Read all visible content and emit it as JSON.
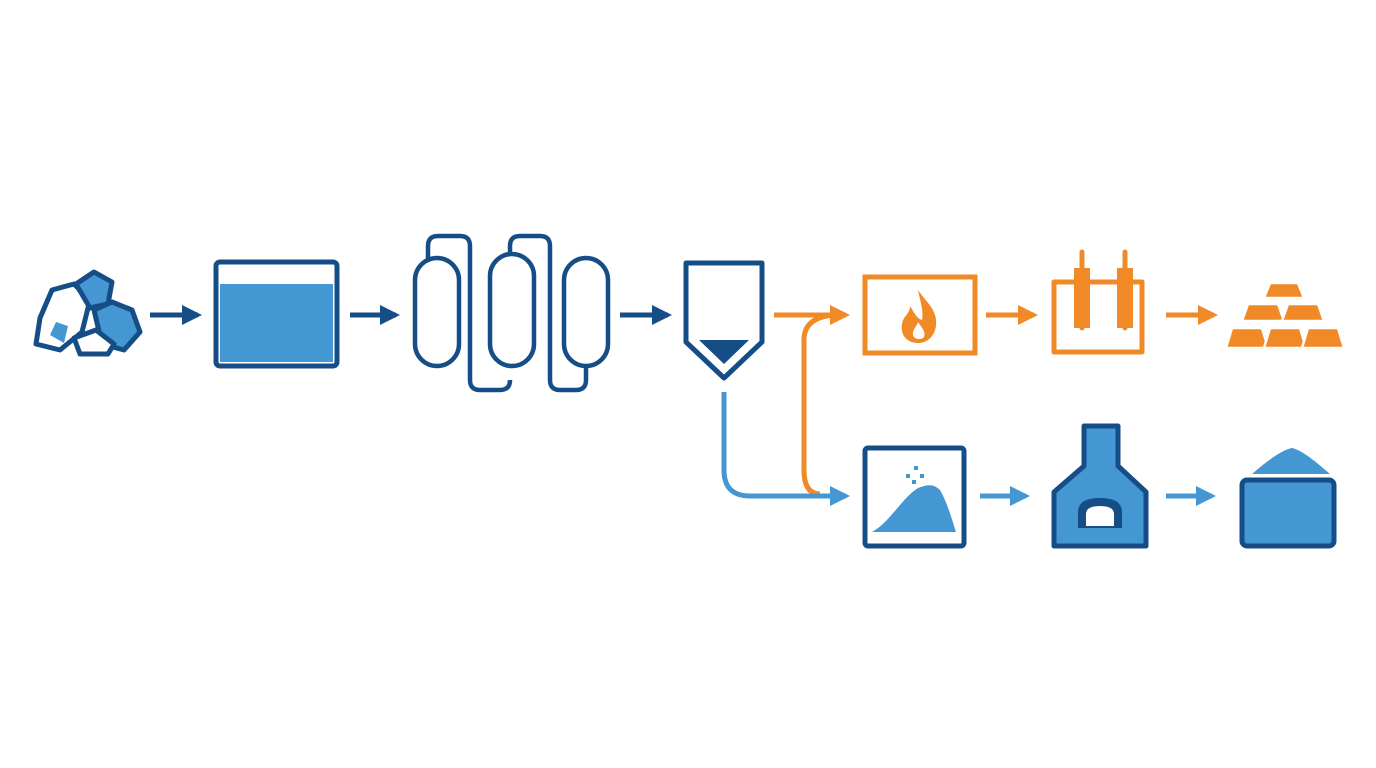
{
  "diagram": {
    "colors": {
      "dark": "#154e86",
      "blue": "#4497d2",
      "orange": "#ef8a26",
      "background": "#ffffff"
    },
    "nodes": [
      {
        "id": "ore",
        "icon": "ore-rocks-icon",
        "stage": "main"
      },
      {
        "id": "leach-tank",
        "icon": "leach-tank-icon",
        "stage": "main"
      },
      {
        "id": "column-train",
        "icon": "column-train-icon",
        "stage": "main"
      },
      {
        "id": "thickener",
        "icon": "thickener-cone-icon",
        "stage": "main"
      },
      {
        "id": "furnace",
        "icon": "flame-furnace-icon",
        "stage": "orange-branch"
      },
      {
        "id": "electrowinning-cell",
        "icon": "electrowinning-cell-icon",
        "stage": "orange-branch"
      },
      {
        "id": "bullion",
        "icon": "gold-bars-icon",
        "stage": "orange-branch"
      },
      {
        "id": "precipitation",
        "icon": "precipitate-pile-icon",
        "stage": "blue-branch"
      },
      {
        "id": "kiln",
        "icon": "kiln-icon",
        "stage": "blue-branch"
      },
      {
        "id": "product-bin",
        "icon": "product-bin-icon",
        "stage": "blue-branch"
      }
    ],
    "connectors": [
      {
        "from": "ore",
        "to": "leach-tank",
        "color": "dark"
      },
      {
        "from": "leach-tank",
        "to": "column-train",
        "color": "dark"
      },
      {
        "from": "column-train",
        "to": "thickener",
        "color": "dark"
      },
      {
        "from": "thickener",
        "to": "furnace",
        "color": "orange"
      },
      {
        "from": "thickener",
        "to": "precipitation",
        "color": "blue"
      },
      {
        "from": "furnace",
        "to": "electrowinning-cell",
        "color": "orange"
      },
      {
        "from": "electrowinning-cell",
        "to": "bullion",
        "color": "orange"
      },
      {
        "from": "precipitation",
        "to": "kiln",
        "color": "blue"
      },
      {
        "from": "kiln",
        "to": "product-bin",
        "color": "blue"
      }
    ]
  }
}
